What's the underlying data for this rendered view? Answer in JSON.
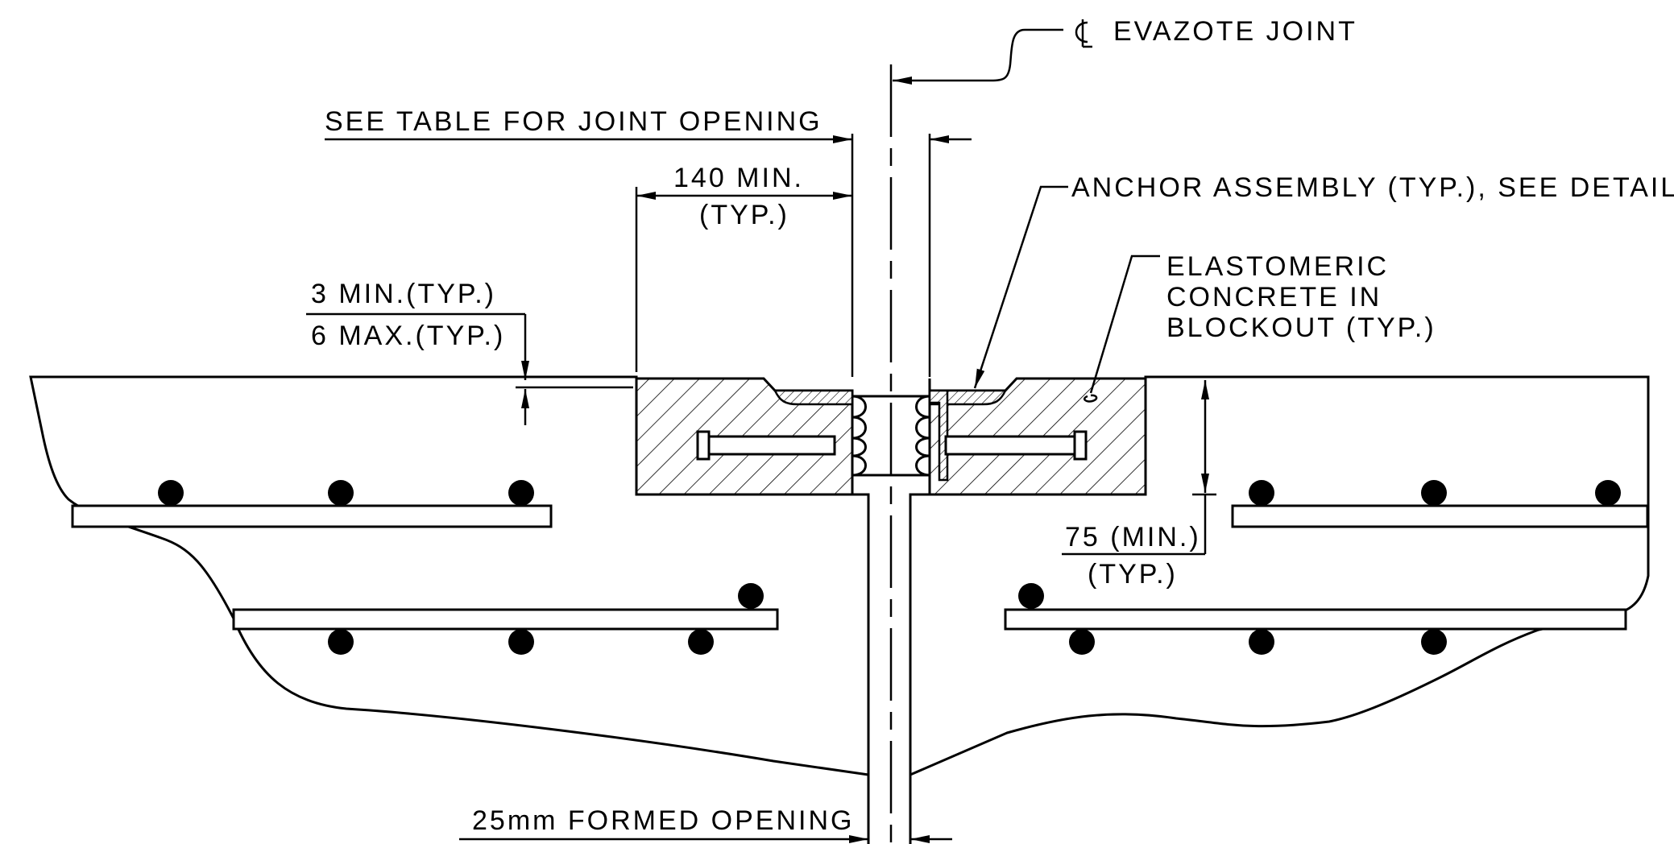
{
  "labels": {
    "evazote_joint": "EVAZOTE JOINT",
    "see_table": "SEE TABLE FOR JOINT OPENING",
    "min_140": "140 MIN.",
    "typ_140": "(TYP.)",
    "anchor_assembly": "ANCHOR ASSEMBLY (TYP.), SEE DETAILS",
    "elastomeric_line1": "ELASTOMERIC",
    "elastomeric_line2": "CONCRETE IN",
    "elastomeric_line3": "BLOCKOUT (TYP.)",
    "min_3": "3 MIN.(TYP.)",
    "max_6": "6 MAX.(TYP.)",
    "min_75": "75 (MIN.)",
    "typ_75": "(TYP.)",
    "formed_opening": "25mm FORMED OPENING"
  },
  "symbols": {
    "centerline": "centerline-symbol"
  },
  "colors": {
    "ink": "#000000",
    "paper": "#ffffff"
  }
}
